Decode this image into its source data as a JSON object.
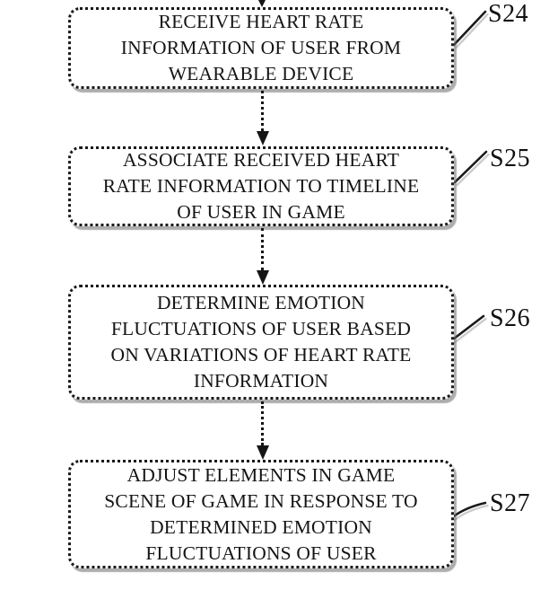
{
  "figure": {
    "type": "flowchart",
    "style": "patent-drawing",
    "ink_color": "#1a1a1a",
    "shadow_color": "#9a9a9a",
    "background_color": "#ffffff",
    "flow_direction": "top-to-bottom"
  },
  "flowchart": {
    "steps": [
      {
        "label": "S24",
        "lines": [
          "RECEIVE HEART RATE",
          "INFORMATION OF USER FROM",
          "WEARABLE DEVICE"
        ]
      },
      {
        "label": "S25",
        "lines": [
          "ASSOCIATE RECEIVED HEART",
          "RATE INFORMATION TO TIMELINE",
          "OF USER IN GAME"
        ]
      },
      {
        "label": "S26",
        "lines": [
          "DETERMINE EMOTION",
          "FLUCTUATIONS OF USER BASED",
          "ON VARIATIONS OF HEART RATE",
          "INFORMATION"
        ]
      },
      {
        "label": "S27",
        "lines": [
          "ADJUST ELEMENTS IN GAME",
          "SCENE OF GAME IN RESPONSE TO",
          "DETERMINED EMOTION",
          "FLUCTUATIONS OF USER"
        ]
      }
    ]
  }
}
